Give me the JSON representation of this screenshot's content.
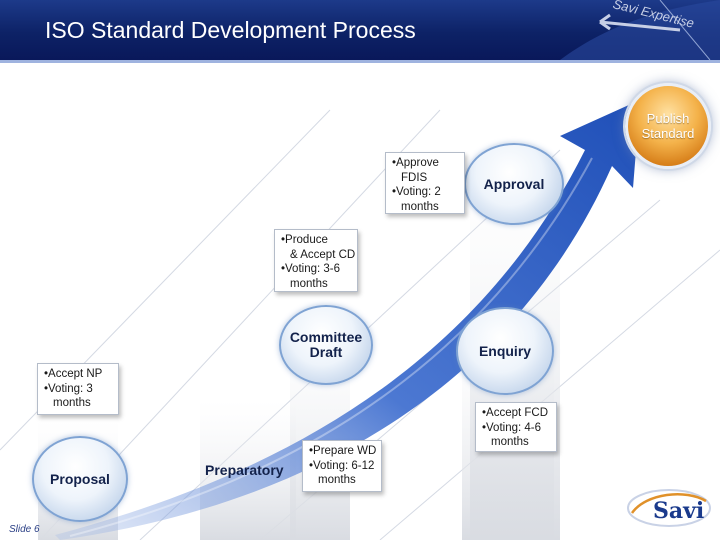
{
  "header": {
    "title": "ISO Standard Development Process",
    "banner_text": "Savi Expertise"
  },
  "stages": [
    {
      "name": "Proposal",
      "notes": [
        "•Accept NP",
        "•Voting: 3",
        "months"
      ]
    },
    {
      "name": "Preparatory",
      "notes": [
        "•Prepare WD",
        "•Voting: 6-12",
        "months"
      ]
    },
    {
      "name": "Committee Draft",
      "name_lines": [
        "Committee",
        "Draft"
      ],
      "notes": [
        "•Produce",
        "& Accept CD",
        "•Voting: 3-6",
        "months"
      ]
    },
    {
      "name": "Enquiry",
      "notes": [
        "•Accept FCD",
        "•Voting: 4-6",
        "months"
      ]
    },
    {
      "name": "Approval",
      "notes": [
        "•Approve",
        "FDIS",
        "•Voting: 2",
        "months"
      ]
    }
  ],
  "final_step": {
    "lines": [
      "Publish",
      "Standard"
    ]
  },
  "footer": {
    "slide_label": "Slide 6",
    "logo_text": "Savi"
  },
  "colors": {
    "header_bg": "#0d2266",
    "arrow": "#2f5cc4",
    "circle_border": "#7fa3d3",
    "publish_orange": "#e08a1f",
    "label_text": "#13224b"
  }
}
